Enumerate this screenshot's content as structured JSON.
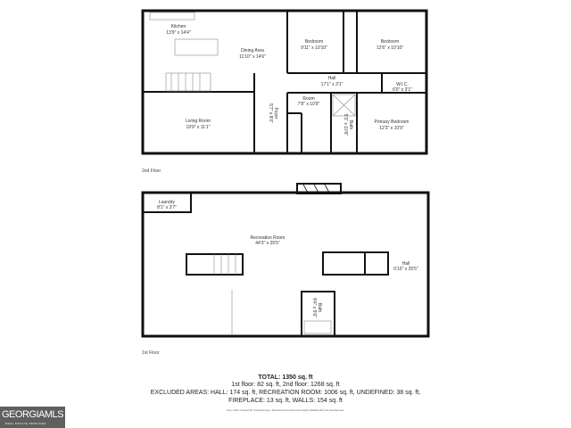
{
  "second_floor": {
    "label": "2nd Floor",
    "rooms": [
      {
        "name": "Kitchen",
        "dims": "13'9\" x 14'4\""
      },
      {
        "name": "Dining Area",
        "dims": "11'10\" x 14'6\""
      },
      {
        "name": "Bedroom",
        "dims": "9'11\" x 10'10\""
      },
      {
        "name": "Bedroom",
        "dims": "12'6\" x 10'10\""
      },
      {
        "name": "Hall",
        "dims": "17'1\" x 3'1\""
      },
      {
        "name": "W.I.C.",
        "dims": "6'0\" x 3'1\""
      },
      {
        "name": "Room",
        "dims": "7'8\" x 10'9\""
      },
      {
        "name": "Primary Bedroom",
        "dims": "12'3\" x 10'9\""
      },
      {
        "name": "Living Room",
        "dims": "19'9\" x 11'1\""
      },
      {
        "name": "Foyer",
        "dims": "5'7\" x 8'0\""
      },
      {
        "name": "Bath",
        "dims": "5'3\" x 10'6\""
      }
    ]
  },
  "first_floor": {
    "label": "1st Floor",
    "rooms": [
      {
        "name": "Laundry",
        "dims": "8'1\" x 3'7\""
      },
      {
        "name": "Recreation Room",
        "dims": "44'3\" x 25'5\""
      },
      {
        "name": "Hall",
        "dims": "6'10\" x 25'5\""
      },
      {
        "name": "Bath",
        "dims": "8'4\" x 5'6\""
      }
    ]
  },
  "summary": {
    "total": "TOTAL: 1350 sq. ft",
    "floors": "1st floor: 82 sq. ft, 2nd floor: 1268 sq. ft",
    "excluded_1": "EXCLUDED AREAS: HALL: 174 sq. ft, RECREATION ROOM: 1006 sq. ft, UNDEFINED: 38 sq. ft,",
    "excluded_2": "FIREPLACE: 13 sq. ft, WALLS: 154 sq. ft",
    "credit": "Floor Plan Created By Cubicasa App. Measurements Deemed Highly Reliable But Not Guaranteed."
  },
  "logo": {
    "name": "GEORGIAMLS",
    "tagline": "REAL ESTATE SERVICES"
  }
}
